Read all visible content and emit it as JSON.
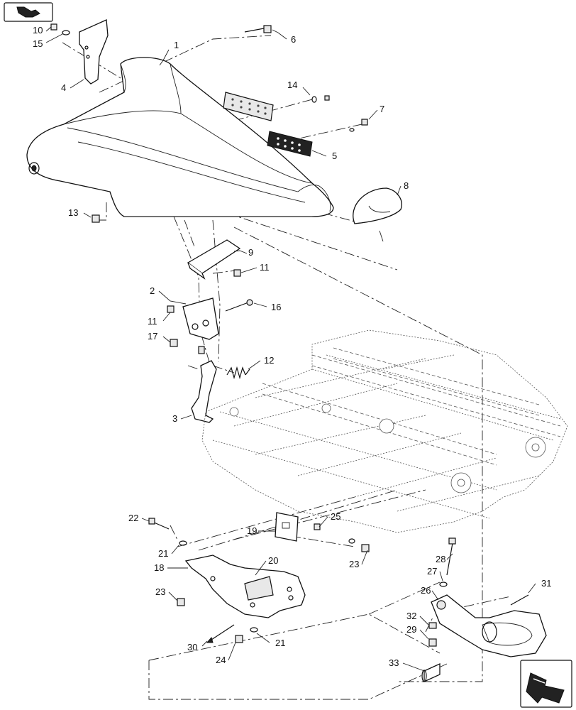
{
  "diagram": {
    "callouts": [
      "1",
      "2",
      "3",
      "4",
      "5",
      "6",
      "7",
      "8",
      "9",
      "10",
      "11",
      "11",
      "12",
      "13",
      "14",
      "15",
      "16",
      "17",
      "18",
      "19",
      "20",
      "21",
      "21",
      "22",
      "23",
      "23",
      "24",
      "25",
      "26",
      "27",
      "28",
      "29",
      "30",
      "31",
      "32",
      "33"
    ]
  },
  "icons": {
    "top_left": "assembly-view-icon",
    "bottom_right": "next-view-arrow-icon"
  }
}
